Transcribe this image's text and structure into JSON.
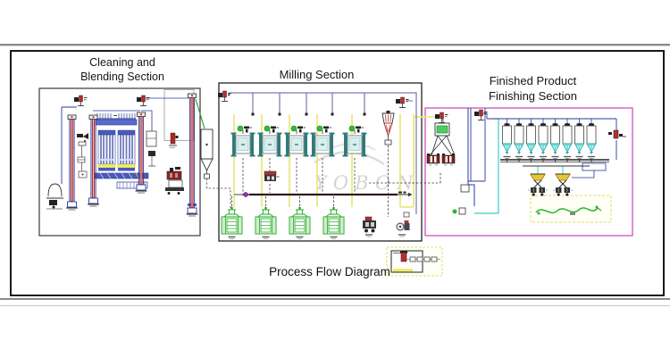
{
  "titles": {
    "cleaning_line1": "Cleaning and",
    "cleaning_line2": "Blending Section",
    "milling": "Milling Section",
    "finishing_line1": "Finished Product",
    "finishing_line2": "Finishing Section"
  },
  "caption": "Process Flow Diagram",
  "watermark": "YOBON",
  "sections": [
    {
      "name": "cleaning-blending",
      "label": "Cleaning and Blending Section"
    },
    {
      "name": "milling",
      "label": "Milling Section"
    },
    {
      "name": "finished-product-finishing",
      "label": "Finished Product Finishing Section"
    }
  ],
  "colors": {
    "frame_black": "#1a1a1a",
    "section_box": "#3a3a3a",
    "finishing_box_pink": "#d966cc",
    "elevator_red": "#b03030",
    "machine_dark_red": "#8a2525",
    "sifter_green": "#2aaa2a",
    "sensor_green": "#2fc12f",
    "duct_navy": "#2a3a9c",
    "duct_fill_blue": "#4a5ab8",
    "pipe_purple": "#5b5ba6",
    "mill_teal": "#2e7b7b",
    "mill_panel": "#d6efef",
    "cyan": "#3fc9c9",
    "cyan_fill": "#76d8d8",
    "yellow_line": "#e9e980",
    "yellow_bar": "#ecec72",
    "bag_hopper_yellow": "#e6c53e",
    "conveyor_dark": "#2d1a1a",
    "diamond_purple": "#8a3aa0",
    "watermark_gray": "#d4d4d4",
    "ink": "#222222"
  }
}
